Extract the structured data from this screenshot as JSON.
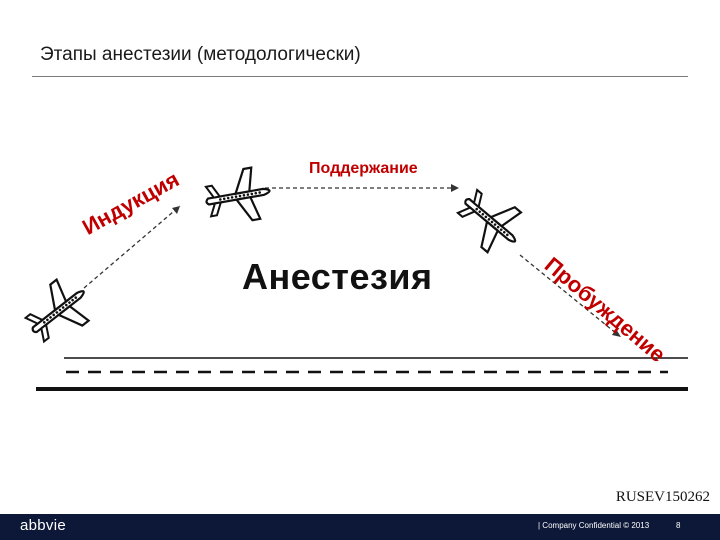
{
  "title": "Этапы анестезии (методологически)",
  "labels": {
    "maintenance": "Поддержание",
    "anesthesia": "Анестезия",
    "induction": "Индукция",
    "awakening": "Пробуждение"
  },
  "code": "RUSEV150262",
  "footer": {
    "logo": "abbvie",
    "confidential": "| Company Confidential © 2013",
    "page": "8"
  },
  "colors": {
    "label_red": "#c00000",
    "footer_bg": "#0d1838"
  },
  "icons": [
    "airplane-icon"
  ]
}
